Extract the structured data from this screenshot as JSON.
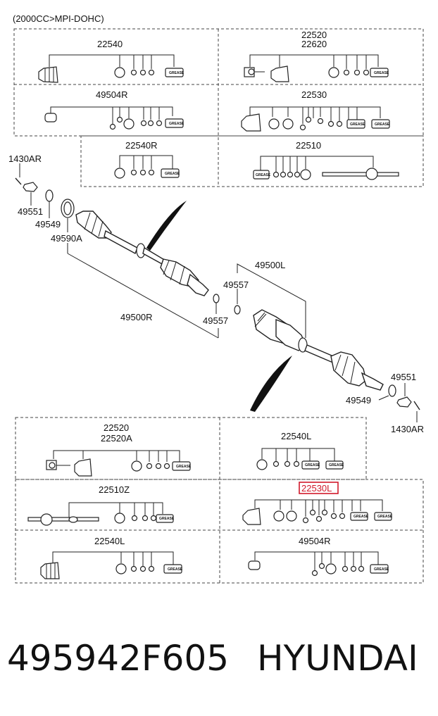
{
  "header": {
    "engine_spec": "(2000CC>MPI-DOHC)"
  },
  "kits": {
    "k_22540_top": "22540",
    "k_22520_top": "22520",
    "k_22620_top": "22620",
    "k_49504R_top": "49504R",
    "k_22530_top": "22530",
    "k_22540R": "22540R",
    "k_22510": "22510",
    "k_22520_bot": "22520",
    "k_22520A": "22520A",
    "k_22540L_bot": "22540L",
    "k_22510Z": "22510Z",
    "k_22530L": "22530L",
    "k_22540L_low": "22540L",
    "k_49504R_low": "49504R"
  },
  "callouts": {
    "c_1430AR_left": "1430AR",
    "c_49551_left": "49551",
    "c_49549_left": "49549",
    "c_49590A": "49590A",
    "c_49500R": "49500R",
    "c_49557_a": "49557",
    "c_49557_b": "49557",
    "c_49500L": "49500L",
    "c_49551_right": "49551",
    "c_49549_right": "49549",
    "c_1430AR_right": "1430AR"
  },
  "grease_label": "GREASE",
  "highlight_color": "#d0192b",
  "footer": {
    "part_number": "495942F605",
    "brand": "HYUNDAI"
  }
}
